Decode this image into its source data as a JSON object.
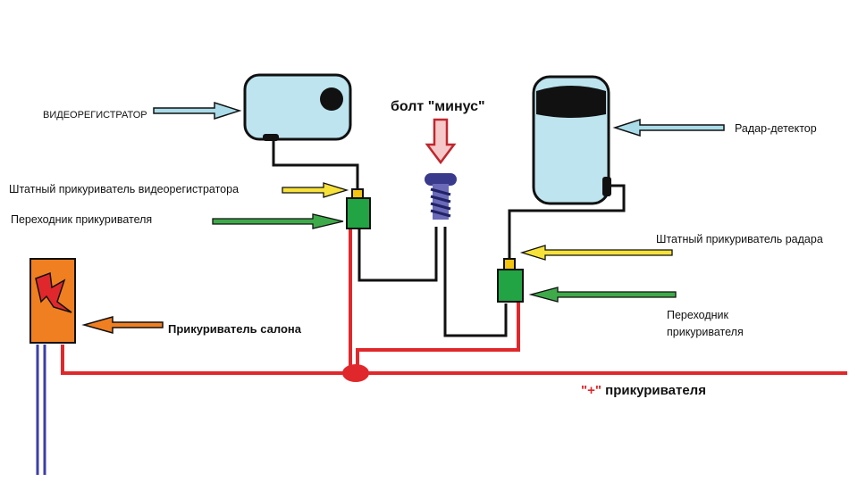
{
  "labels": {
    "dashcam": "ВИДЕОРЕГИСТРАТОР",
    "bolt_minus": "болт \"минус\"",
    "radar_detector": "Радар-детектор",
    "dashcam_plug": "Штатный прикуриватель видеорегистратора",
    "dashcam_adapter": "Переходник прикуривателя",
    "radar_plug": "Штатный прикуриватель радара",
    "radar_adapter_line1": "Переходник",
    "radar_adapter_line2": "прикуривателя",
    "cabin_lighter": "Прикуриватель салона",
    "plus_quote": "\"+\"",
    "plus_text": " прикуривателя"
  },
  "colors": {
    "device_fill": "#bde4ef",
    "wire_plus": "#e0282c",
    "wire_ground": "#111111",
    "adapter": "#22a344",
    "plug": "#f3c411",
    "lighter_body": "#f07f22",
    "bolt": "#3a3a8c",
    "arrow_blue": "#a9dbe8",
    "arrow_yellow": "#f6e23a",
    "arrow_green": "#3eaa4a",
    "arrow_orange": "#f07f22",
    "arrow_red": "#c0272d",
    "lighter_wire_blue": "#3b3fa8"
  }
}
